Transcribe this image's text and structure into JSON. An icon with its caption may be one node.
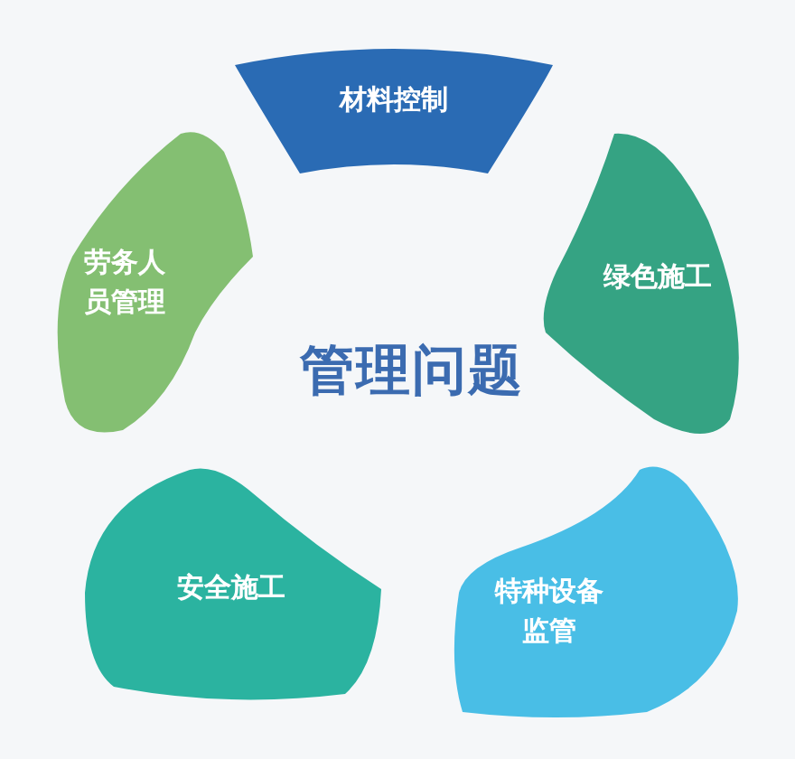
{
  "diagram": {
    "title": "管理问题",
    "nodes": [
      {
        "text": [
          "材料控制"
        ]
      },
      {
        "text": [
          "绿色施工"
        ]
      },
      {
        "text": [
          "特种设备监管"
        ]
      },
      {
        "text": [
          "安全施工"
        ]
      },
      {
        "text": [
          "劳务人员管理"
        ]
      }
    ]
  }
}
